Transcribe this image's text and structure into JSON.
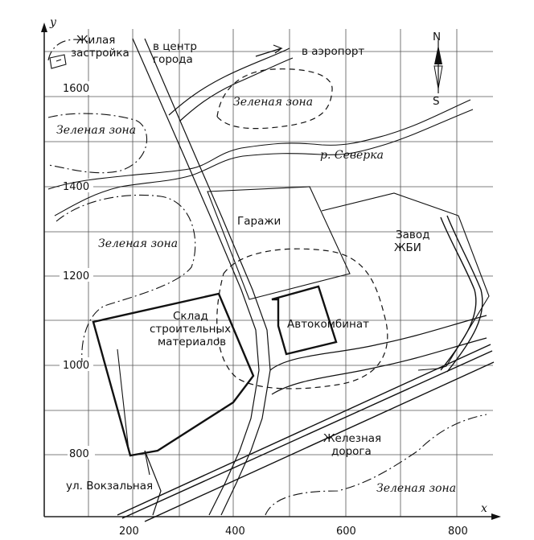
{
  "axes": {
    "x_label": "x",
    "y_label": "y",
    "x_ticks": [
      "200",
      "400",
      "600",
      "800"
    ],
    "y_ticks": [
      "1600",
      "1400",
      "1200",
      "1000",
      "800"
    ]
  },
  "labels": {
    "residential": "Жилая застройка",
    "to_city_center": "в центр города",
    "to_airport": "в аэропорт",
    "green_zone_top": "Зеленая зона",
    "green_zone_left_top": "Зеленая зона",
    "green_zone_left": "Зеленая зона",
    "green_zone_bottom": "Зеленая зона",
    "river": "р. Северка",
    "garages": "Гаражи",
    "factory": "Завод ЖБИ",
    "warehouse": "Склад строительных материалов",
    "motor_depot": "Автокомбинат",
    "railway": "Железная дорога",
    "street": "ул. Вокзальная"
  },
  "compass": {
    "north": "N",
    "south": "S"
  }
}
